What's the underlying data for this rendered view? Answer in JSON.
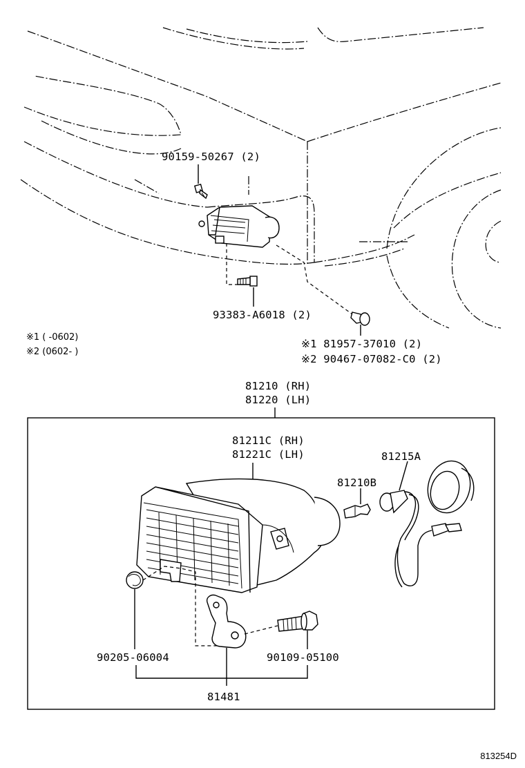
{
  "parts_top": {
    "screw_upper": "90159-50267 (2)",
    "screw_lower": "93383-A6018 (2)",
    "clip_1": "※1 81957-37010 (2)",
    "clip_2": "※2 90467-07082-C0 (2)"
  },
  "notes": {
    "note_1": "※1  (    -0602)",
    "note_2": "※2  (0602-    )"
  },
  "assembly": {
    "label_rh": "81210 (RH)",
    "label_lh": "81220 (LH)",
    "lens_rh": "81211C (RH)",
    "lens_lh": "81221C (LH)",
    "socket": "81215A",
    "bulb": "81210B",
    "nut": "90205-06004",
    "bolt": "90109-05100",
    "bracket": "81481"
  },
  "diagram_ref": "813254D"
}
